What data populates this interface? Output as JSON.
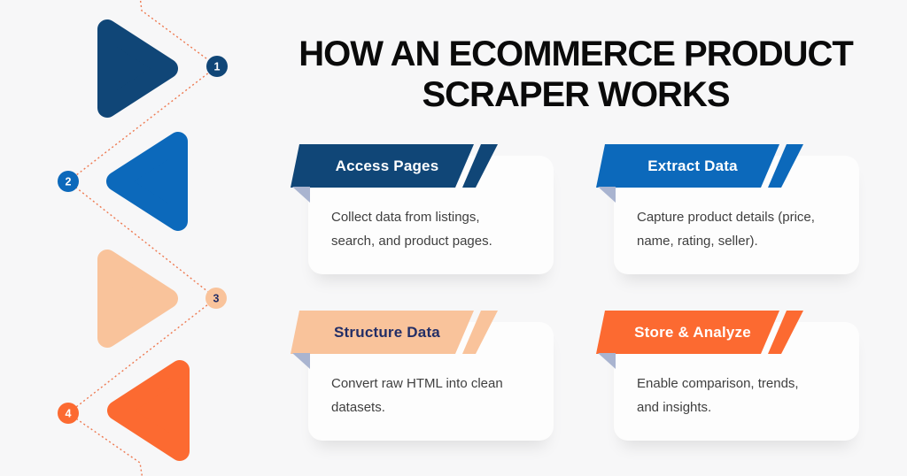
{
  "title": {
    "line1": "HOW AN ECOMMERCE PRODUCT",
    "line2": "SCRAPER WORKS"
  },
  "colors": {
    "background": "#f7f7f8",
    "card_background": "#fdfdfd",
    "title_text": "#0a0a0a",
    "body_text": "#3f3f3f",
    "fold": "#a9b4d0",
    "dotted_line": "#ee7950"
  },
  "steps": [
    {
      "number": "1",
      "label": "Access Pages",
      "description": "Collect data from listings,\nsearch, and product pages.",
      "color": "#104677",
      "text_color": "#ffffff"
    },
    {
      "number": "2",
      "label": "Extract Data",
      "description": "Capture product details (price,\nname, rating, seller).",
      "color": "#0c69bb",
      "text_color": "#ffffff"
    },
    {
      "number": "3",
      "label": "Structure Data",
      "description": "Convert raw HTML into clean\ndatasets.",
      "color": "#f9c39b",
      "text_color": "#232e66"
    },
    {
      "number": "4",
      "label": "Store & Analyze",
      "description": "Enable comparison, trends,\nand insights.",
      "color": "#fc6a31",
      "text_color": "#ffffff"
    }
  ]
}
